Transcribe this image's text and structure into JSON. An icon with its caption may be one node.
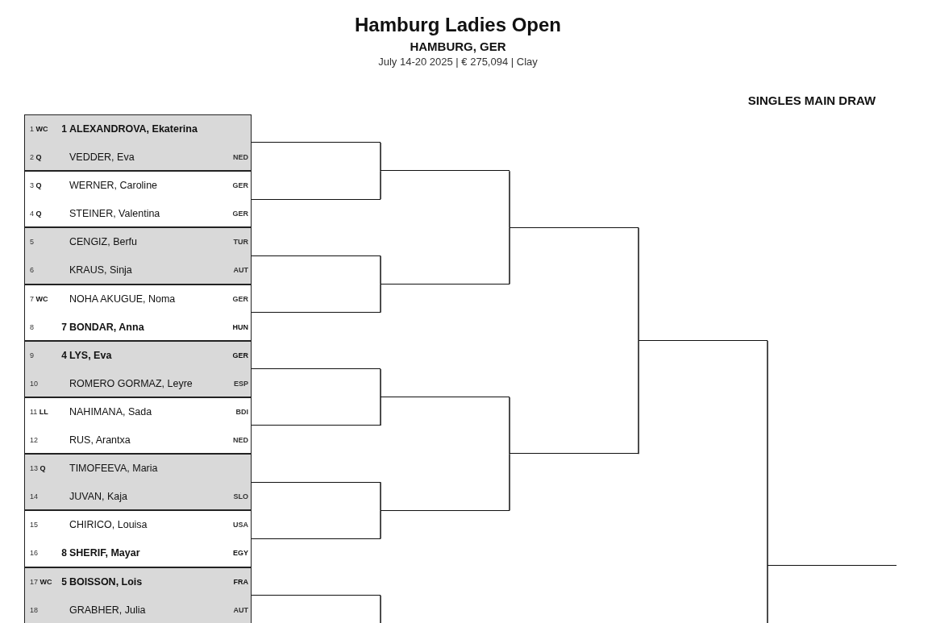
{
  "diagram": {
    "title": "Hamburg Ladies Open",
    "nodes": [
      {
        "text": [],
        "shape": "box"
      },
      {
        "text": [
          "1 **WC**",
          "ALEXANDROVA, Ekaterina"
        ],
        "in": 0,
        "beside": [
          "1"
        ]
      },
      {
        "text": [
          "2 **Q**",
          "VEDDER, Eva",
          "NED"
        ],
        "in": 0
      },
      {
        "text": [],
        "shape": "box"
      },
      {
        "text": [
          "3 **Q**",
          "WERNER, Caroline",
          "GER"
        ],
        "in": 3
      },
      {
        "text": [
          "4 **Q**",
          "STEINER, Valentina",
          "GER"
        ],
        "in": 3
      },
      {
        "text": [],
        "shape": "box"
      },
      {
        "text": [
          "5",
          "CENGIZ, Berfu",
          "TUR"
        ],
        "in": 6
      },
      {
        "text": [
          "6",
          "KRAUS, Sinja",
          "AUT"
        ],
        "in": 6
      },
      {
        "text": [],
        "shape": "box"
      },
      {
        "text": [
          "7 **WC**",
          "NOHA AKUGUE, Noma",
          "GER"
        ],
        "in": 9
      },
      {
        "text": [
          "8",
          "BONDAR, Anna",
          "HUN"
        ],
        "in": 9,
        "beside": [
          "7"
        ]
      },
      {
        "text": [],
        "shape": "box"
      },
      {
        "text": [
          "9",
          "LYS, Eva",
          "GER"
        ],
        "in": 12,
        "beside": [
          "4"
        ]
      },
      {
        "text": [
          "10",
          "ROMERO GORMAZ, Leyre",
          "ESP"
        ],
        "in": 12
      },
      {
        "text": [],
        "shape": "box"
      },
      {
        "text": [
          "11 **LL**",
          "NAHIMANA, Sada",
          "BDI"
        ],
        "in": 15
      },
      {
        "text": [
          "12",
          "RUS, Arantxa",
          "NED"
        ],
        "in": 15
      },
      {
        "text": [],
        "shape": "box"
      },
      {
        "text": [
          "13 **Q**",
          "TIMOFEEVA, Maria"
        ],
        "in": 18
      },
      {
        "text": [
          "14",
          "JUVAN, Kaja",
          "SLO"
        ],
        "in": 18
      },
      {
        "text": [],
        "shape": "box"
      },
      {
        "text": [
          "15",
          "CHIRICO, Louisa",
          "USA"
        ],
        "in": 21
      },
      {
        "text": [
          "16",
          "SHERIF, Mayar",
          "EGY"
        ],
        "in": 21,
        "beside": [
          "8"
        ]
      },
      {
        "text": [],
        "shape": "box"
      },
      {
        "text": [
          "17 **WC**",
          "BOISSON, Lois",
          "FRA"
        ],
        "in": 24,
        "beside": [
          "5"
        ]
      },
      {
        "text": [
          "18",
          "GRABHER, Julia",
          "AUT"
        ],
        "in": 24
      },
      {
        "text": [],
        "shape": "bar"
      },
      {
        "text": [],
        "shape": "bar"
      },
      {
        "text": [],
        "shape": "bar"
      },
      {
        "text": [],
        "shape": "bar"
      },
      {
        "text": [],
        "shape": "bar"
      },
      {
        "text": [],
        "shape": "bar"
      },
      {
        "text": [],
        "shape": "bar"
      },
      {
        "text": [],
        "shape": "bar"
      },
      {
        "text": [],
        "shape": "bar"
      },
      {
        "text": [],
        "shape": "bar"
      },
      {
        "text": [],
        "shape": "bar"
      },
      {
        "text": [],
        "shape": "bar"
      },
      {
        "text": [],
        "shape": "bar"
      },
      {
        "text": [],
        "shape": "bar"
      },
      {
        "text": [],
        "shape": "bar"
      },
      {
        "text": [],
        "shape": "bar"
      },
      {
        "text": [],
        "shape": "bar"
      }
    ],
    "edges": [
      {
        "from": 27,
        "to": 36,
        "arrow": "none"
      },
      {
        "from": 28,
        "to": 36,
        "arrow": "none"
      },
      {
        "from": 29,
        "to": 37,
        "arrow": "none"
      },
      {
        "from": 30,
        "to": 37,
        "arrow": "none"
      },
      {
        "from": 31,
        "to": 38,
        "arrow": "none"
      },
      {
        "from": 32,
        "to": 38,
        "arrow": "none"
      },
      {
        "from": 33,
        "to": 39,
        "arrow": "none"
      },
      {
        "from": 34,
        "to": 39,
        "arrow": "none"
      },
      {
        "from": 35,
        "to": null,
        "arrow": "none"
      },
      {
        "from": 36,
        "to": 40,
        "arrow": "none"
      },
      {
        "from": 37,
        "to": 40,
        "arrow": "none"
      },
      {
        "from": 38,
        "to": 41,
        "arrow": "none"
      },
      {
        "from": 39,
        "to": 41,
        "arrow": "none"
      },
      {
        "from": 40,
        "to": 42,
        "arrow": "none"
      },
      {
        "from": 41,
        "to": 42,
        "arrow": "none"
      },
      {
        "from": 42,
        "to": 43,
        "arrow": "none"
      },
      {
        "from": null,
        "to": 43,
        "arrow": "none"
      }
    ],
    "labels": [
      "HAMBURG, GER",
      "July 14-20 2025 | € 275,094 | Clay",
      "SINGLES MAIN DRAW"
    ]
  }
}
